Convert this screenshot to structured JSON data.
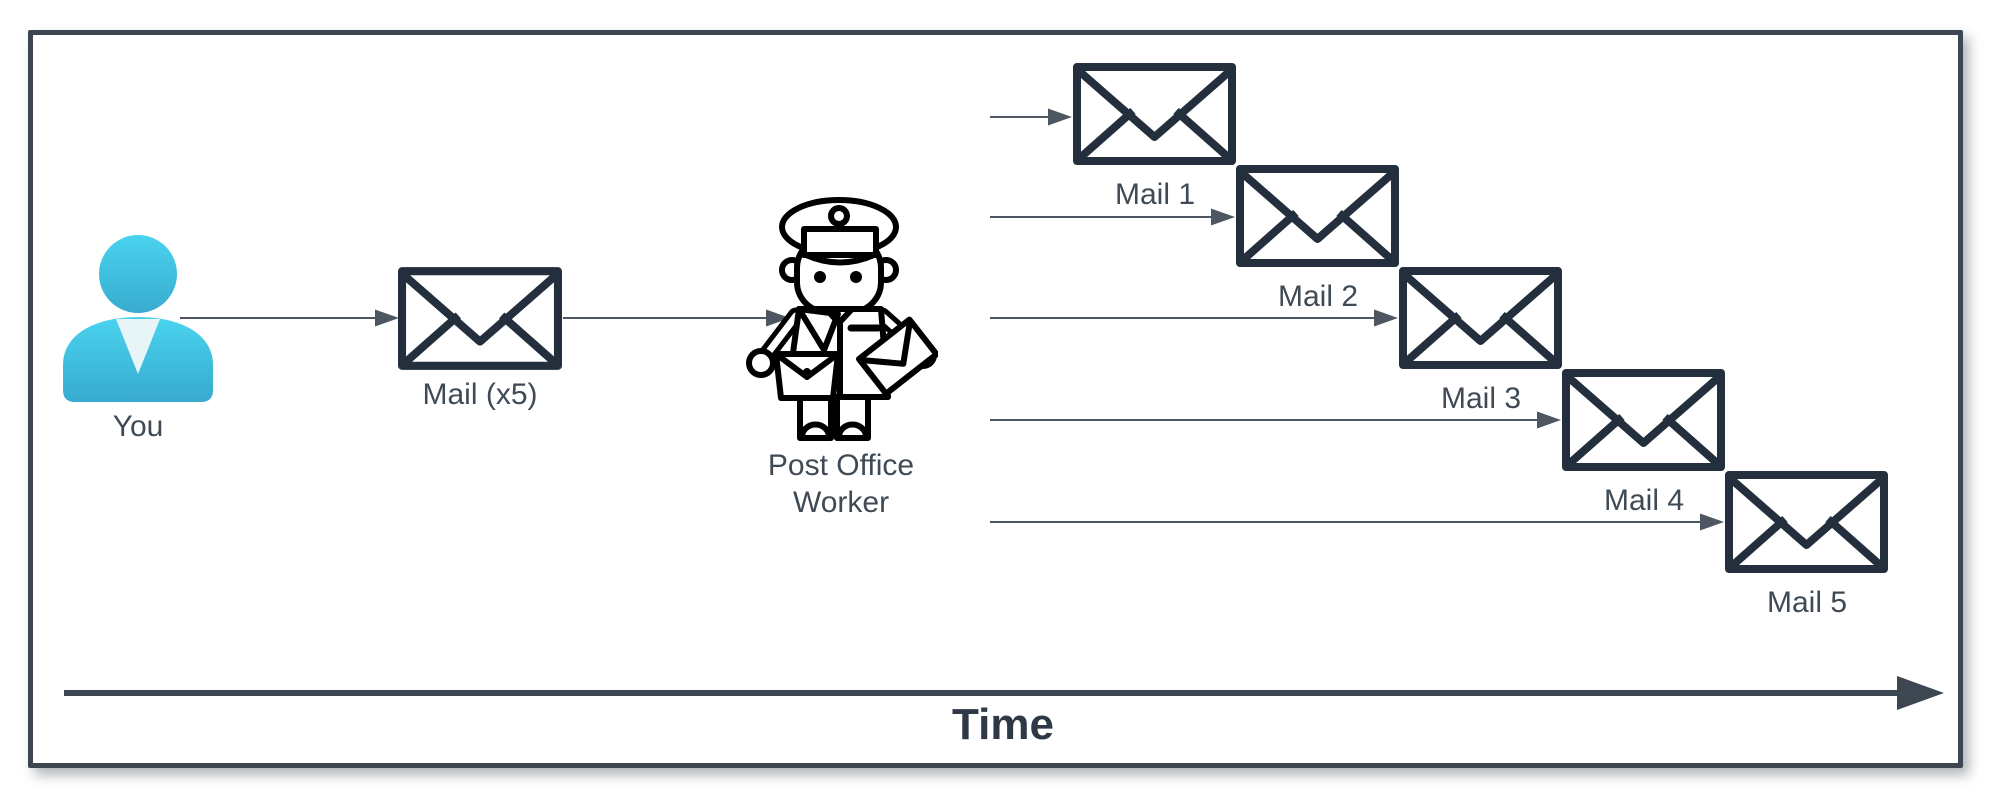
{
  "diagram": {
    "timeline_label": "Time"
  },
  "nodes": {
    "you": {
      "label": "You",
      "icon": "person-icon"
    },
    "mail_batch": {
      "label": "Mail (x5)",
      "icon": "envelope-icon"
    },
    "post_office_worker": {
      "label": "Post Office Worker",
      "icon": "mail-carrier-icon"
    },
    "mails": [
      {
        "label": "Mail 1",
        "icon": "envelope-icon"
      },
      {
        "label": "Mail 2",
        "icon": "envelope-icon"
      },
      {
        "label": "Mail 3",
        "icon": "envelope-icon"
      },
      {
        "label": "Mail 4",
        "icon": "envelope-icon"
      },
      {
        "label": "Mail 5",
        "icon": "envelope-icon"
      }
    ]
  },
  "colors": {
    "envelope_stroke": "#232f3d",
    "connector": "#4e5761",
    "frame_and_time": "#3d4752",
    "label_text": "#3f4a55",
    "background": "#ffffff",
    "person_fill_top": "#49d3ee",
    "person_fill_bottom": "#38abcf",
    "person_collar": "#e7f5f9",
    "worker_stroke": "#000000"
  }
}
